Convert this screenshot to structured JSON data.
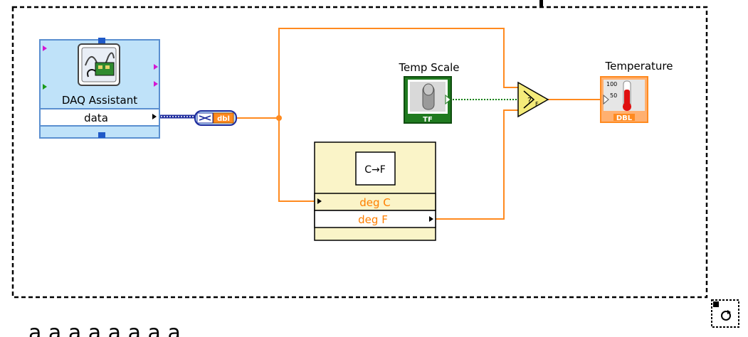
{
  "daq_assistant": {
    "title": "DAQ Assistant",
    "terminal": "data"
  },
  "convert_node": {
    "icon": "data-conversion-icon",
    "badge": "dbl"
  },
  "temp_scale": {
    "label": "Temp Scale",
    "terminal_type": "TF"
  },
  "formula_node": {
    "icon_text": "C→F",
    "input_label": "deg C",
    "output_label": "deg F"
  },
  "temperature": {
    "label": "Temperature",
    "scale_top": "100",
    "scale_mid": "50",
    "terminal_type": "DBL"
  },
  "loop_iteration_icon": "loop-iteration-icon",
  "colors": {
    "wire_orange": "#ff8a1f",
    "wire_dynamic": "#1c2a9c",
    "wire_bool": "#008000",
    "express_blue": "#bfe2f9"
  }
}
